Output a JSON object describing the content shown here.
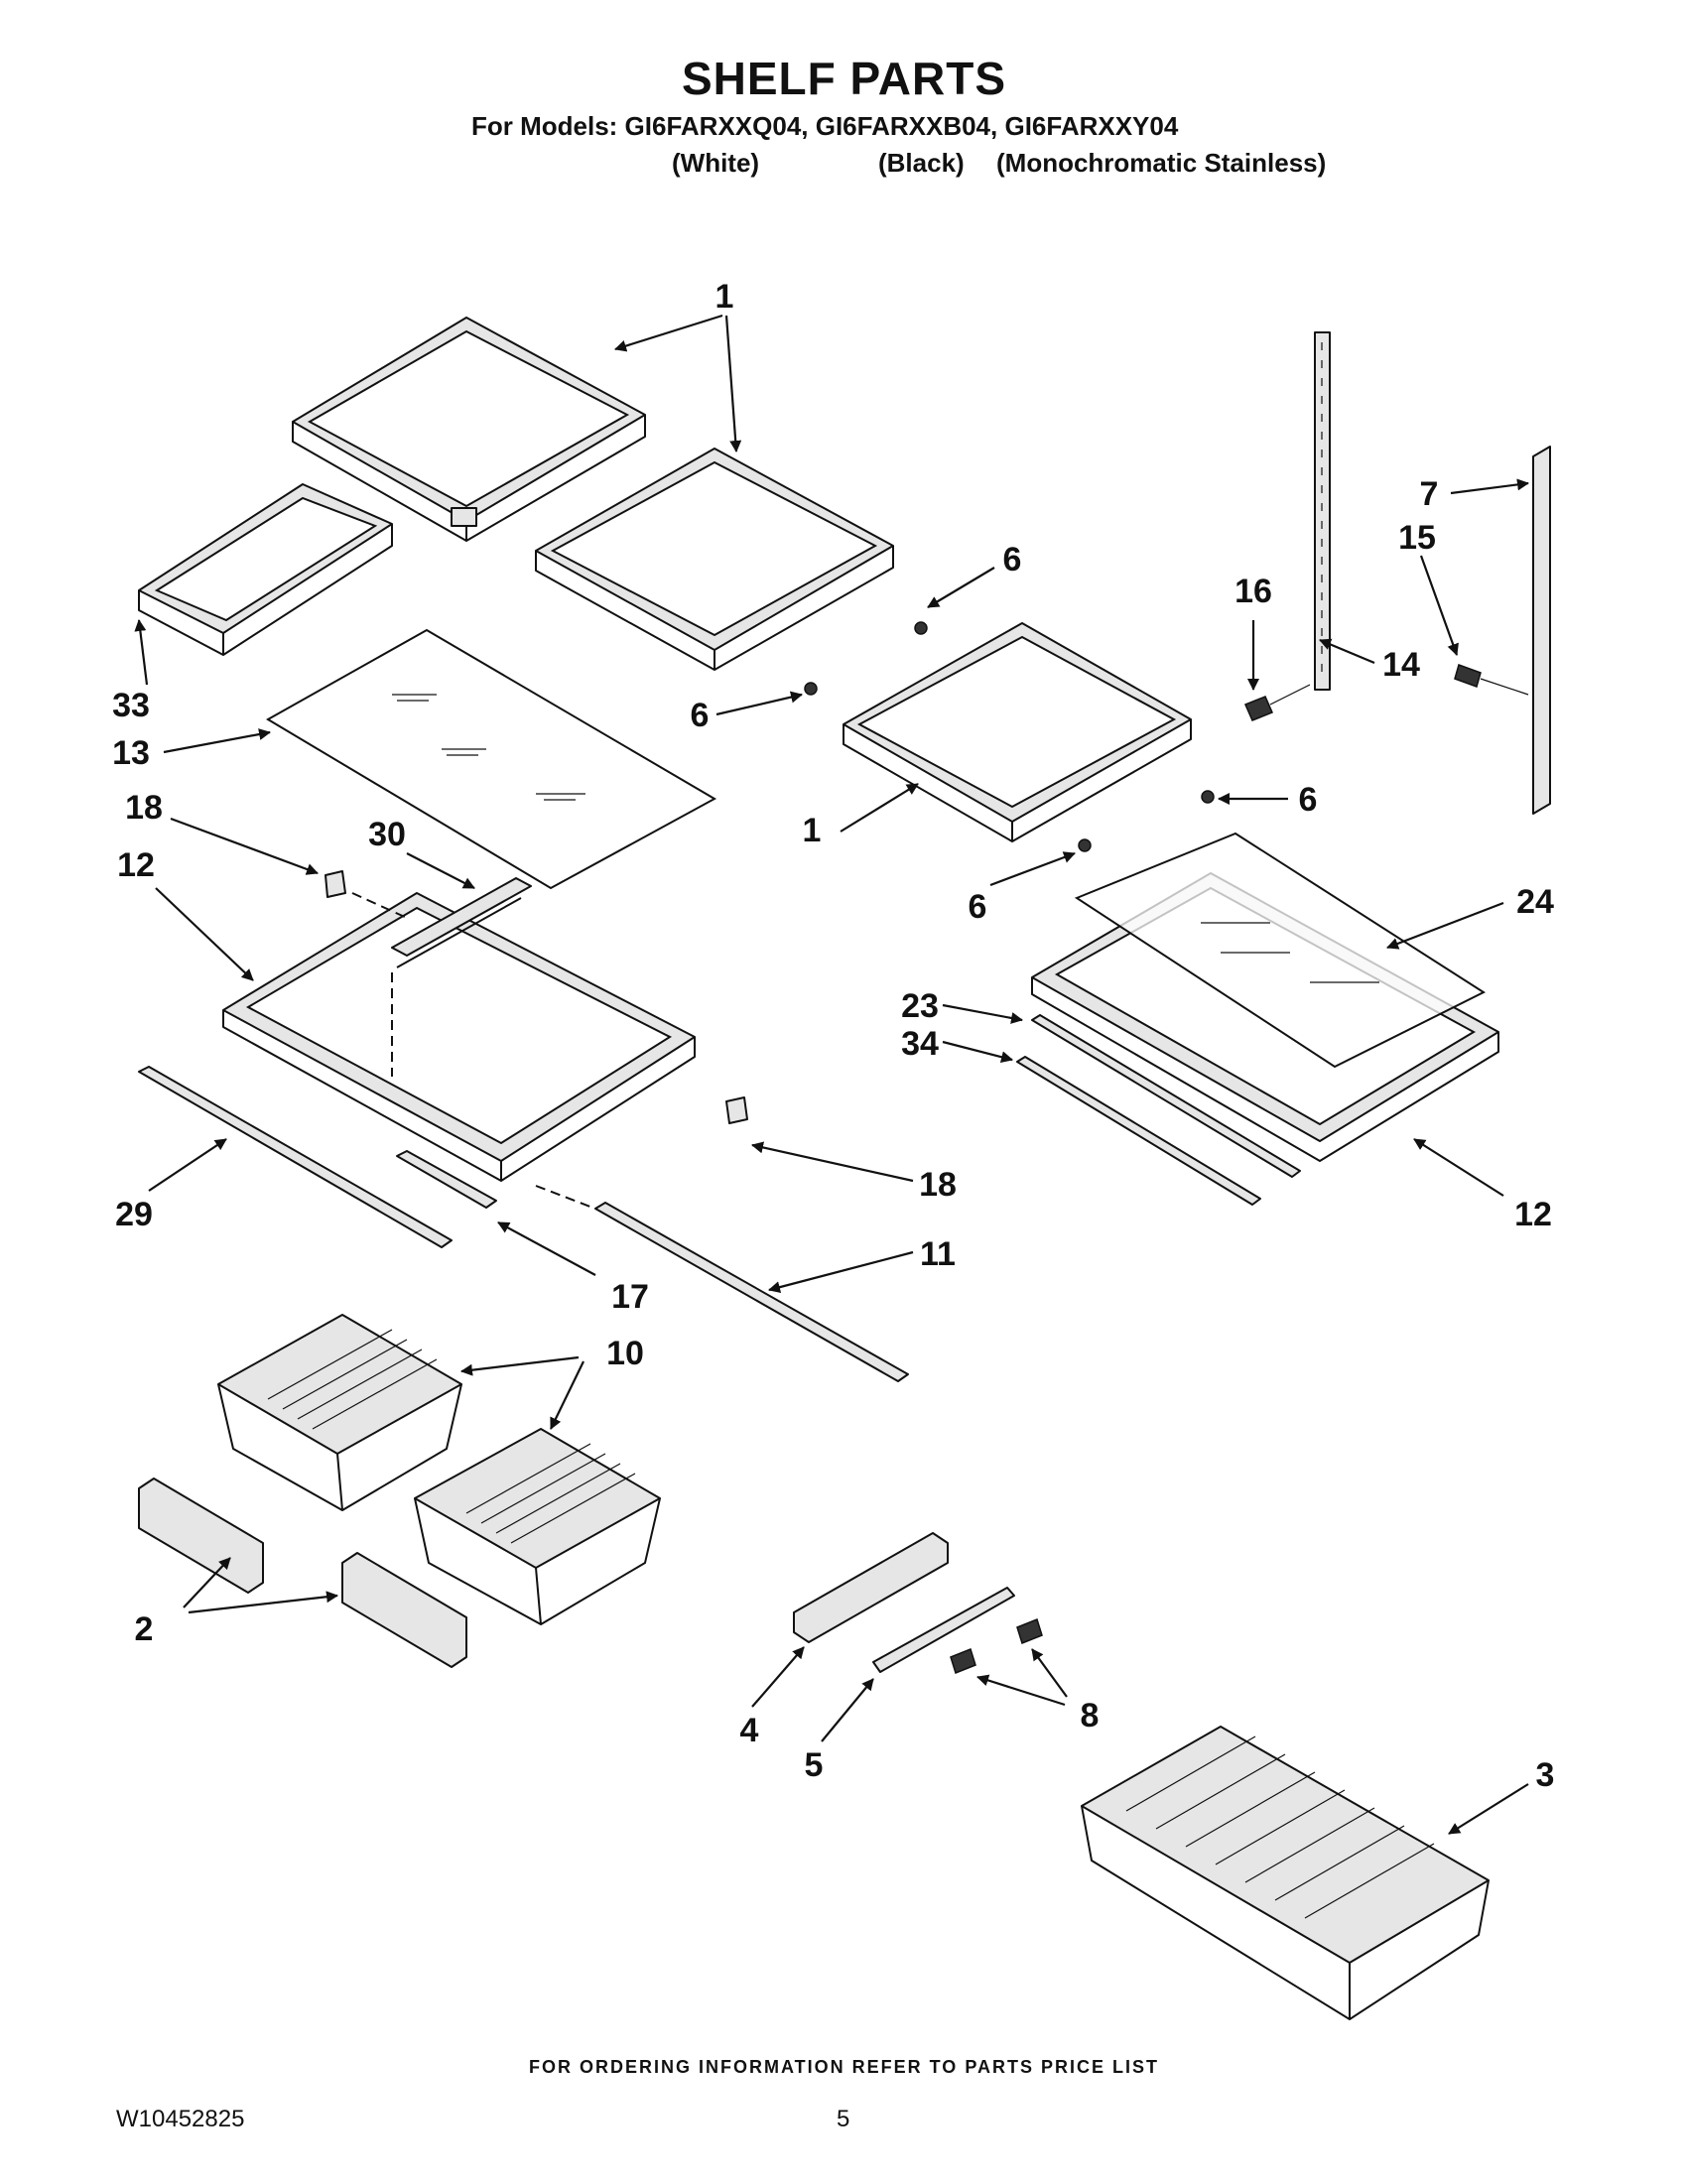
{
  "title": "SHELF PARTS",
  "models_line": "For Models: GI6FARXXQ04, GI6FARXXB04, GI6FARXXY04",
  "variants": [
    "(White)",
    "(Black)",
    "(Monochromatic Stainless)"
  ],
  "footer_note": "FOR ORDERING INFORMATION REFER TO PARTS PRICE LIST",
  "doc_number": "W10452825",
  "page_number": "5",
  "callouts": [
    "1",
    "33",
    "13",
    "6",
    "6",
    "1",
    "6",
    "6",
    "7",
    "15",
    "16",
    "14",
    "18",
    "30",
    "12",
    "24",
    "23",
    "34",
    "18",
    "29",
    "17",
    "11",
    "12",
    "10",
    "2",
    "4",
    "5",
    "8",
    "3"
  ]
}
